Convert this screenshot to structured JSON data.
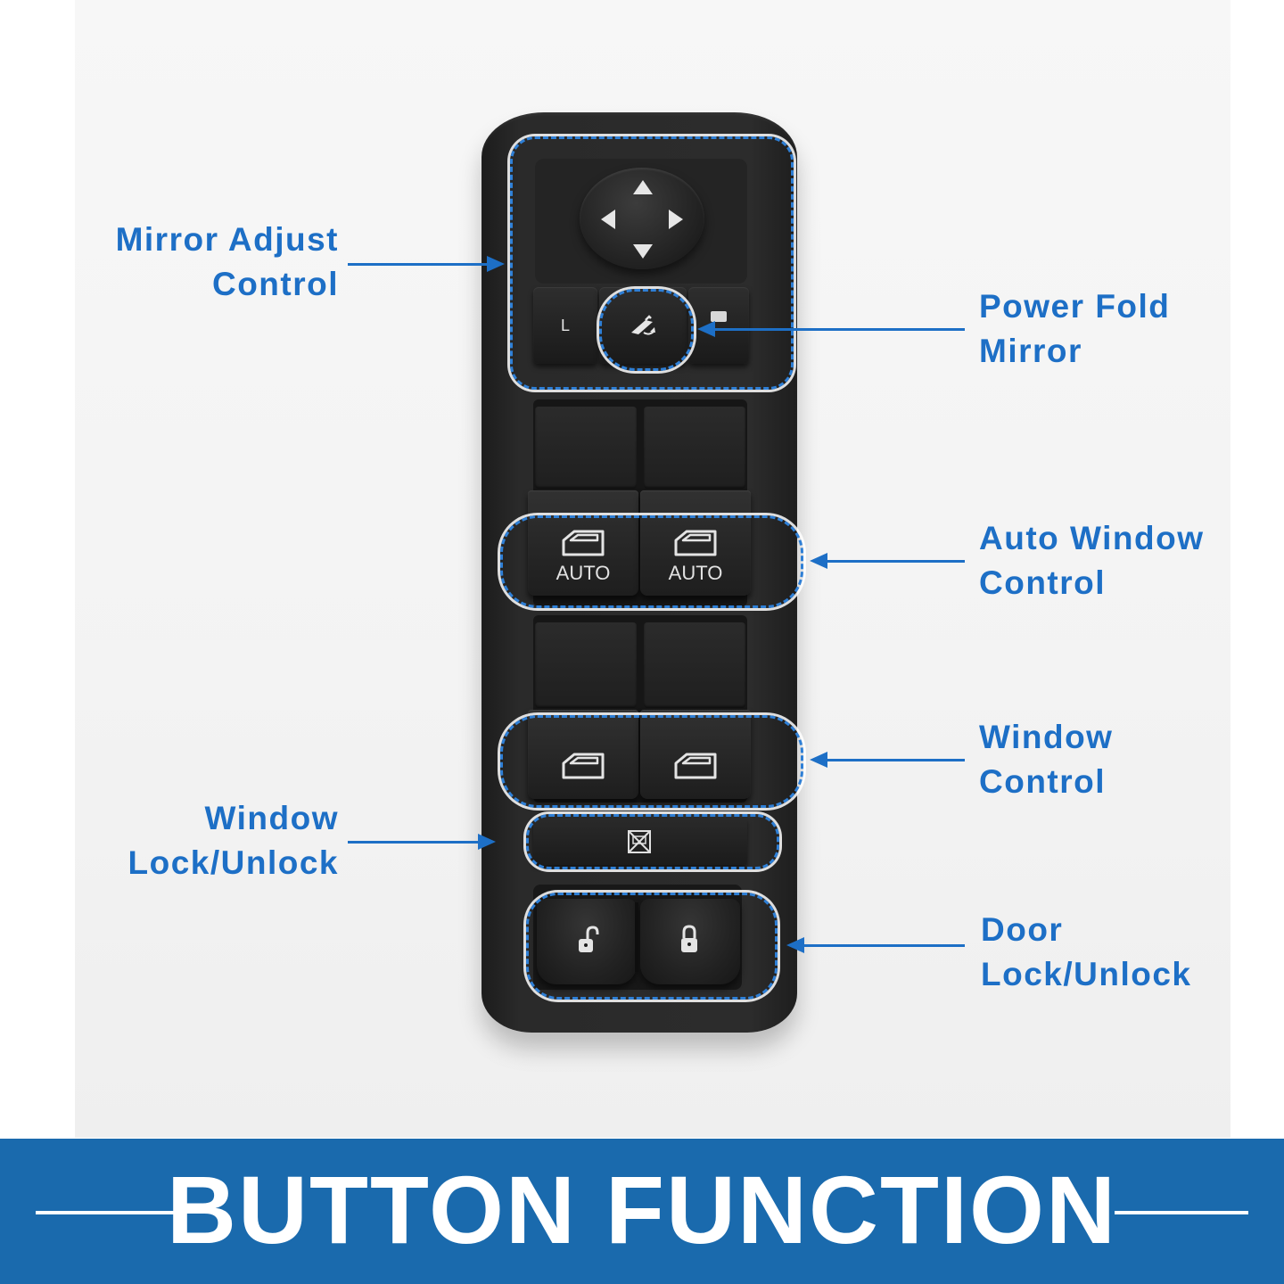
{
  "callouts": {
    "mirror_adjust": [
      "Mirror Adjust",
      "Control"
    ],
    "power_fold": [
      "Power Fold",
      "Mirror"
    ],
    "auto_window": [
      "Auto Window",
      "Control"
    ],
    "window_control": [
      "Window",
      "Control"
    ],
    "window_lock": [
      "Window",
      "Lock/Unlock"
    ],
    "door_lock": [
      "Door",
      "Lock/Unlock"
    ]
  },
  "switch": {
    "mirror_select_label": "L",
    "auto_label": "AUTO"
  },
  "banner": {
    "title": "BUTTON FUNCTION"
  },
  "colors": {
    "accent": "#1d6fc6",
    "outline": "#2e7fd6",
    "banner": "#1a6aad"
  }
}
